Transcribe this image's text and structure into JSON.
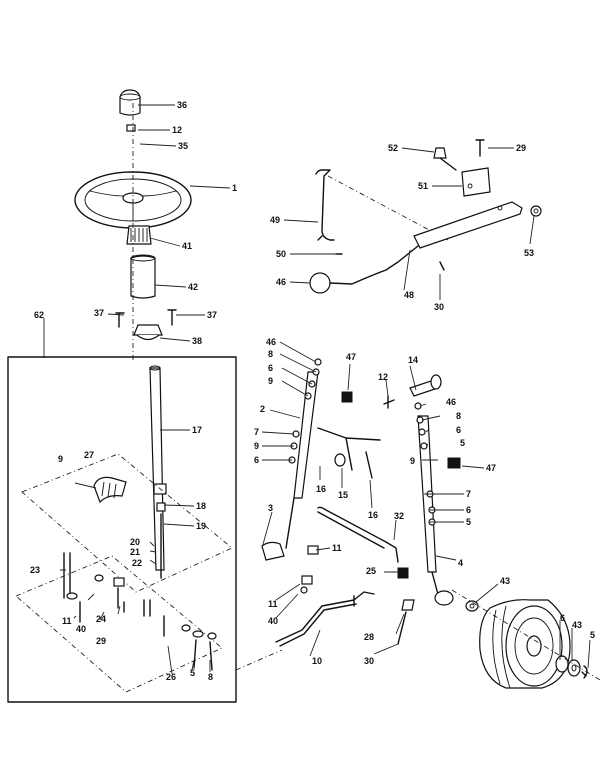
{
  "labels": {
    "p36": "36",
    "p12": "12",
    "p35": "35",
    "p1": "1",
    "p41": "41",
    "p42": "42",
    "p37a": "37",
    "p37b": "37",
    "p38": "38",
    "p62": "62",
    "p17": "17",
    "p9a": "9",
    "p27": "27",
    "p18": "18",
    "p19": "19",
    "p20": "20",
    "p21": "21",
    "p22": "22",
    "p23": "23",
    "p11a": "11",
    "p40a": "40",
    "p24": "24",
    "p29": "29",
    "p26": "26",
    "p5a": "5",
    "p8a": "8",
    "p52": "52",
    "p29b": "29",
    "p51": "51",
    "p49": "49",
    "p50": "50",
    "p46a": "46",
    "p48": "48",
    "p30a": "30",
    "p53": "53",
    "p46b": "46",
    "p8b": "8",
    "p6a": "6",
    "p9b": "9",
    "p47a": "47",
    "p2": "2",
    "p7a": "7",
    "p9c": "9",
    "p6b": "6",
    "p16a": "16",
    "p15": "15",
    "p16b": "16",
    "p12b": "12",
    "p14": "14",
    "p46c": "46",
    "p8c": "8",
    "p6c": "6",
    "p5b": "5",
    "p9d": "9",
    "p47b": "47",
    "p7b": "7",
    "p6d": "6",
    "p5c": "5",
    "p4": "4",
    "p3": "3",
    "p32": "32",
    "p11b": "11",
    "p11c": "11",
    "p40b": "40",
    "p25": "25",
    "p28": "28",
    "p10": "10",
    "p30b": "30",
    "p43a": "43",
    "p6e": "6",
    "p43b": "43",
    "p5d": "5"
  }
}
